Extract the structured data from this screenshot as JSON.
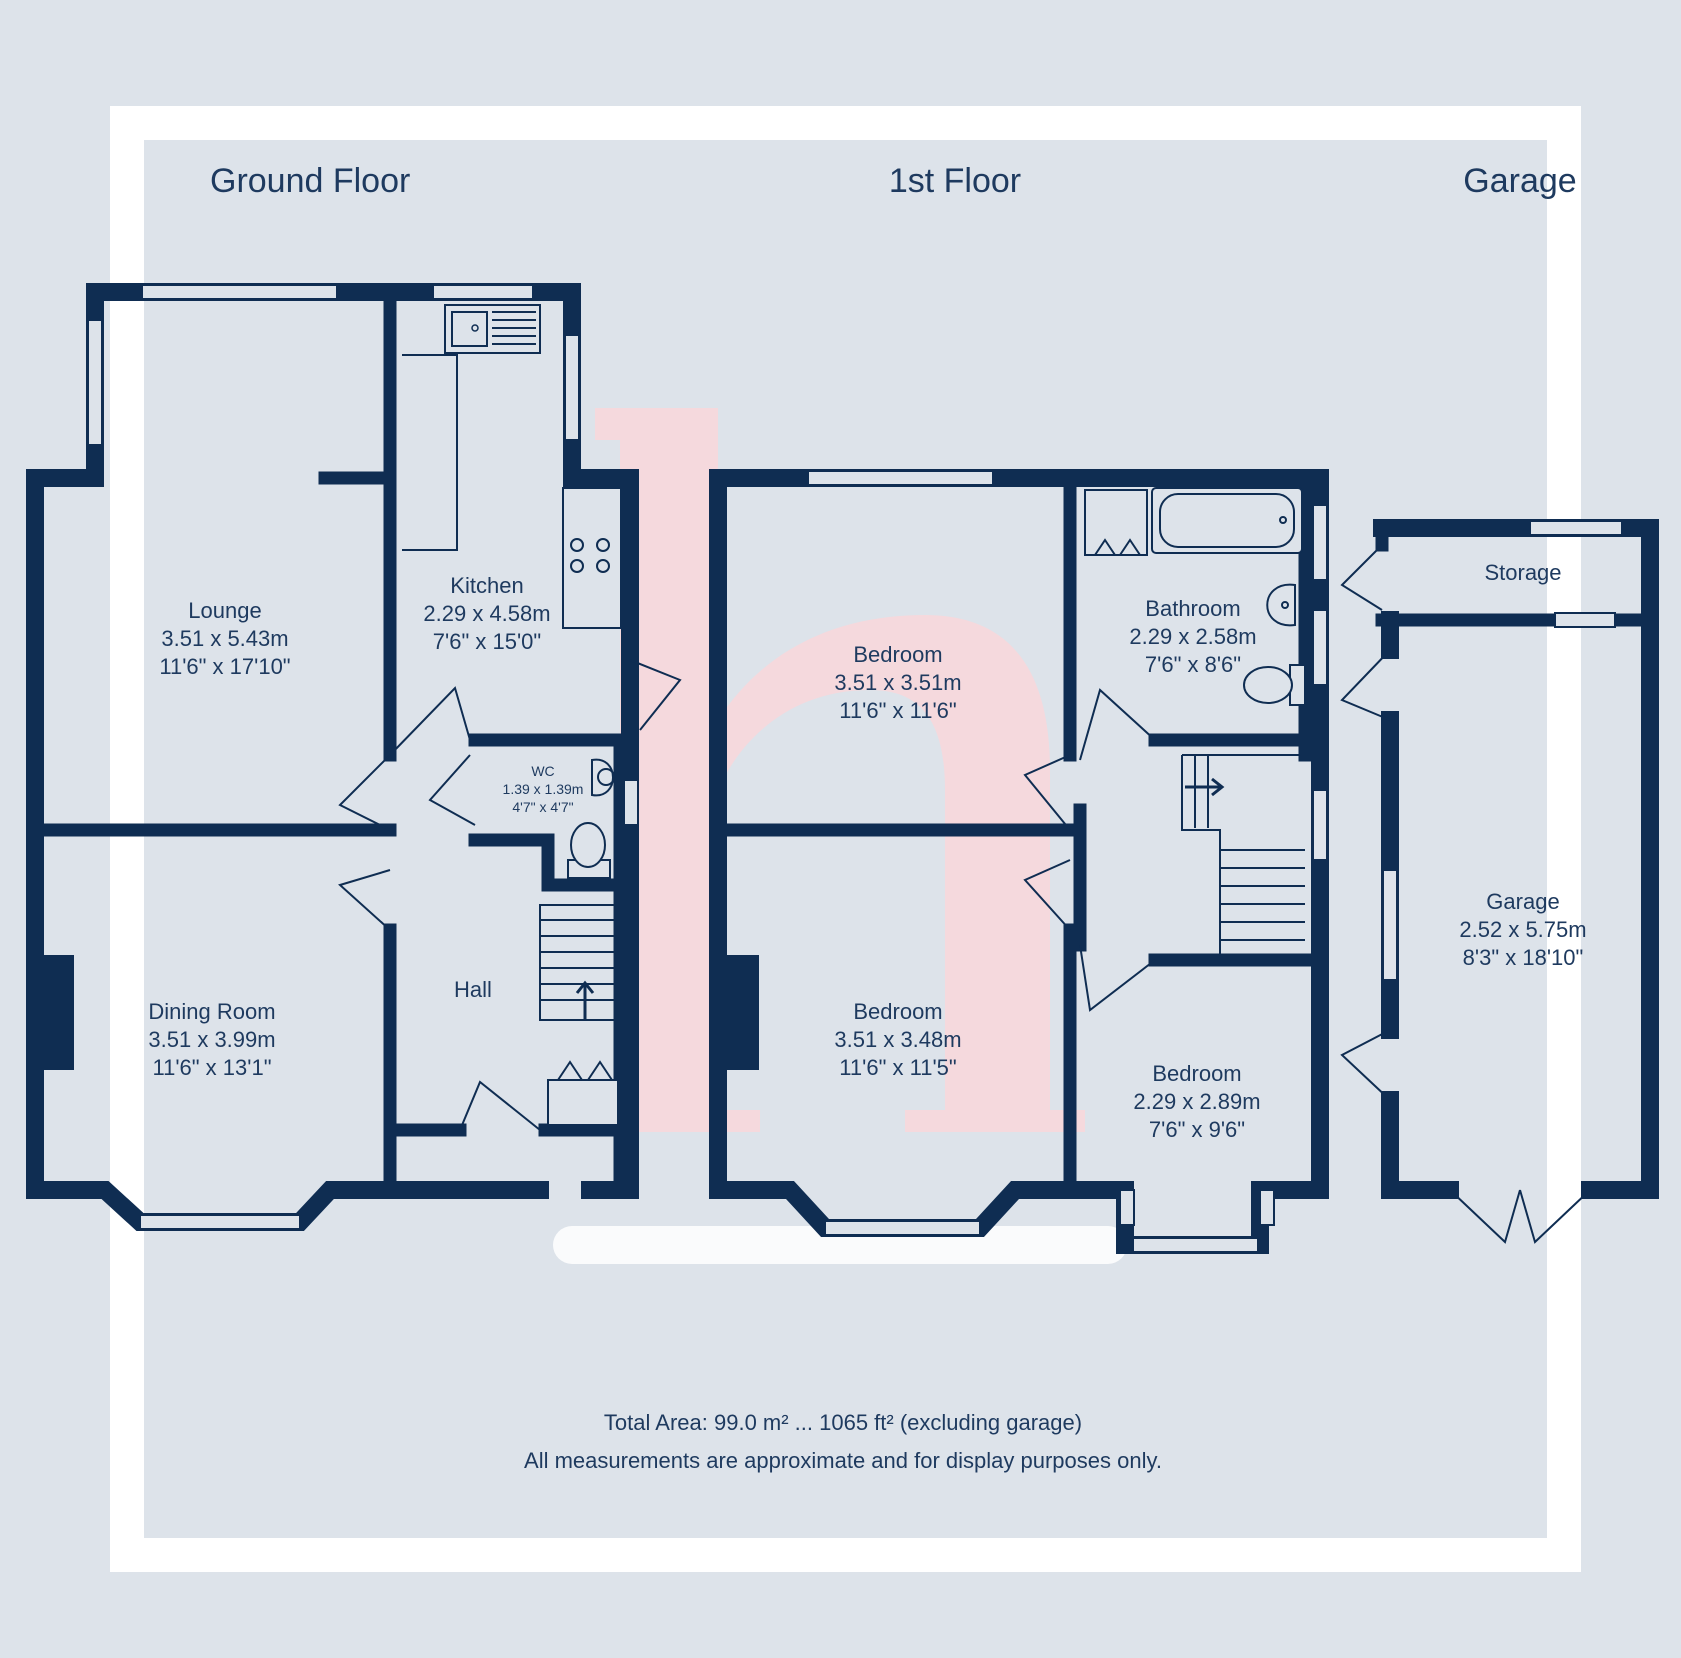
{
  "floors": {
    "ground": "Ground Floor",
    "first": "1st Floor",
    "garage": "Garage"
  },
  "rooms": {
    "lounge": {
      "name": "Lounge",
      "metric": "3.51 x 5.43m",
      "imperial": "11'6\" x 17'10\""
    },
    "kitchen": {
      "name": "Kitchen",
      "metric": "2.29 x 4.58m",
      "imperial": "7'6\" x 15'0\""
    },
    "wc": {
      "name": "WC",
      "metric": "1.39 x 1.39m",
      "imperial": "4'7\" x 4'7\""
    },
    "dining": {
      "name": "Dining Room",
      "metric": "3.51 x 3.99m",
      "imperial": "11'6\" x 13'1\""
    },
    "hall": {
      "name": "Hall"
    },
    "bedroom1": {
      "name": "Bedroom",
      "metric": "3.51 x 3.51m",
      "imperial": "11'6\" x 11'6\""
    },
    "bedroom2": {
      "name": "Bedroom",
      "metric": "3.51 x 3.48m",
      "imperial": "11'6\" x 11'5\""
    },
    "bedroom3": {
      "name": "Bedroom",
      "metric": "2.29 x 2.89m",
      "imperial": "7'6\" x 9'6\""
    },
    "bathroom": {
      "name": "Bathroom",
      "metric": "2.29 x 2.58m",
      "imperial": "7'6\" x 8'6\""
    },
    "storage": {
      "name": "Storage"
    },
    "garage": {
      "name": "Garage",
      "metric": "2.52 x 5.75m",
      "imperial": "8'3\" x 18'10\""
    }
  },
  "footer": {
    "total_area": "Total Area: 99.0 m² ... 1065 ft² (excluding garage)",
    "disclaimer": "All measurements are approximate and for display purposes only."
  },
  "colors": {
    "background": "#dde3ea",
    "wall": "#0f2d52",
    "text": "#1e3a5f",
    "watermark": "#f9d7db"
  },
  "watermark_letter": "h"
}
